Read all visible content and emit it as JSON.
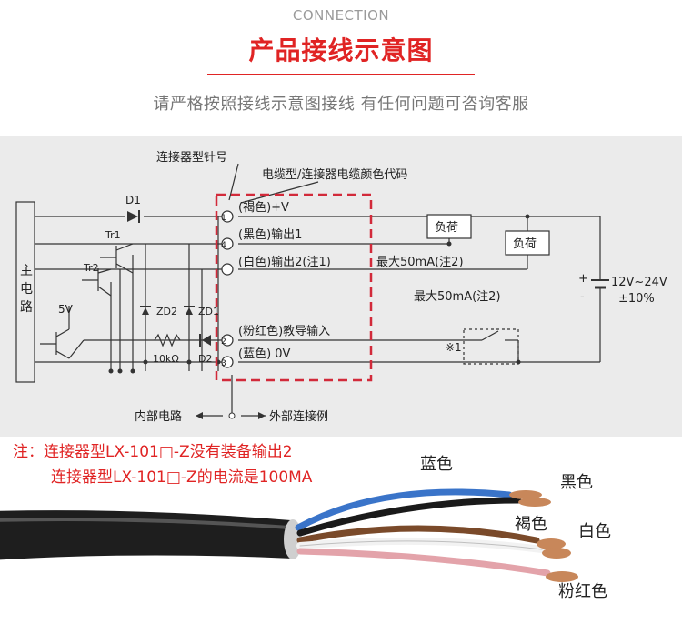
{
  "header": {
    "title_en": "CONNECTION",
    "title_zh": "产品接线示意图",
    "subtitle": "请严格按照接线示意图接线  有任何问题可咨询客服"
  },
  "diagram": {
    "pin_label": "连接器型针号",
    "color_code_label": "电缆型/连接器电缆颜色代码",
    "main_circuit": [
      "主",
      "电",
      "路"
    ],
    "pins": [
      {
        "num": "1",
        "label": "(褐色)+V"
      },
      {
        "num": "4",
        "label": "(黑色)输出1"
      },
      {
        "num": "",
        "label": "(白色)输出2(注1)"
      },
      {
        "num": "2",
        "label": "(粉红色)教导输入"
      },
      {
        "num": "3",
        "label": "(蓝色) 0V"
      }
    ],
    "components": {
      "d1": "D1",
      "tr1": "Tr1",
      "tr2": "Tr2",
      "zd2": "ZD2",
      "zd1": "ZD1",
      "d2": "D2",
      "resistor": "10kΩ",
      "v5": "5V"
    },
    "load1": "负荷",
    "load2": "负荷",
    "max1": "最大50mA(注2)",
    "max2": "最大50mA(注2)",
    "switch_note": "※1",
    "supply_plus": "+",
    "supply_minus": "-",
    "supply_v": "12V~24V",
    "supply_tol": "±10%",
    "internal": "内部电路",
    "external": "外部连接例"
  },
  "notes": {
    "line1": "注：连接器型LX-101□-Z没有装备输出2",
    "line2": "连接器型LX-101□-Z的电流是100MA"
  },
  "wires": {
    "blue": "蓝色",
    "black": "黑色",
    "brown": "褐色",
    "white": "白色",
    "pink": "粉红色"
  },
  "colors": {
    "accent_red": "#e02424",
    "diagram_bg": "#ebebeb",
    "cable": "#1e1e1e",
    "wire_blue": "#3a74c9",
    "wire_brown": "#7a4a2a",
    "wire_pink": "#e3a3aa",
    "copper": "#c8875a"
  }
}
